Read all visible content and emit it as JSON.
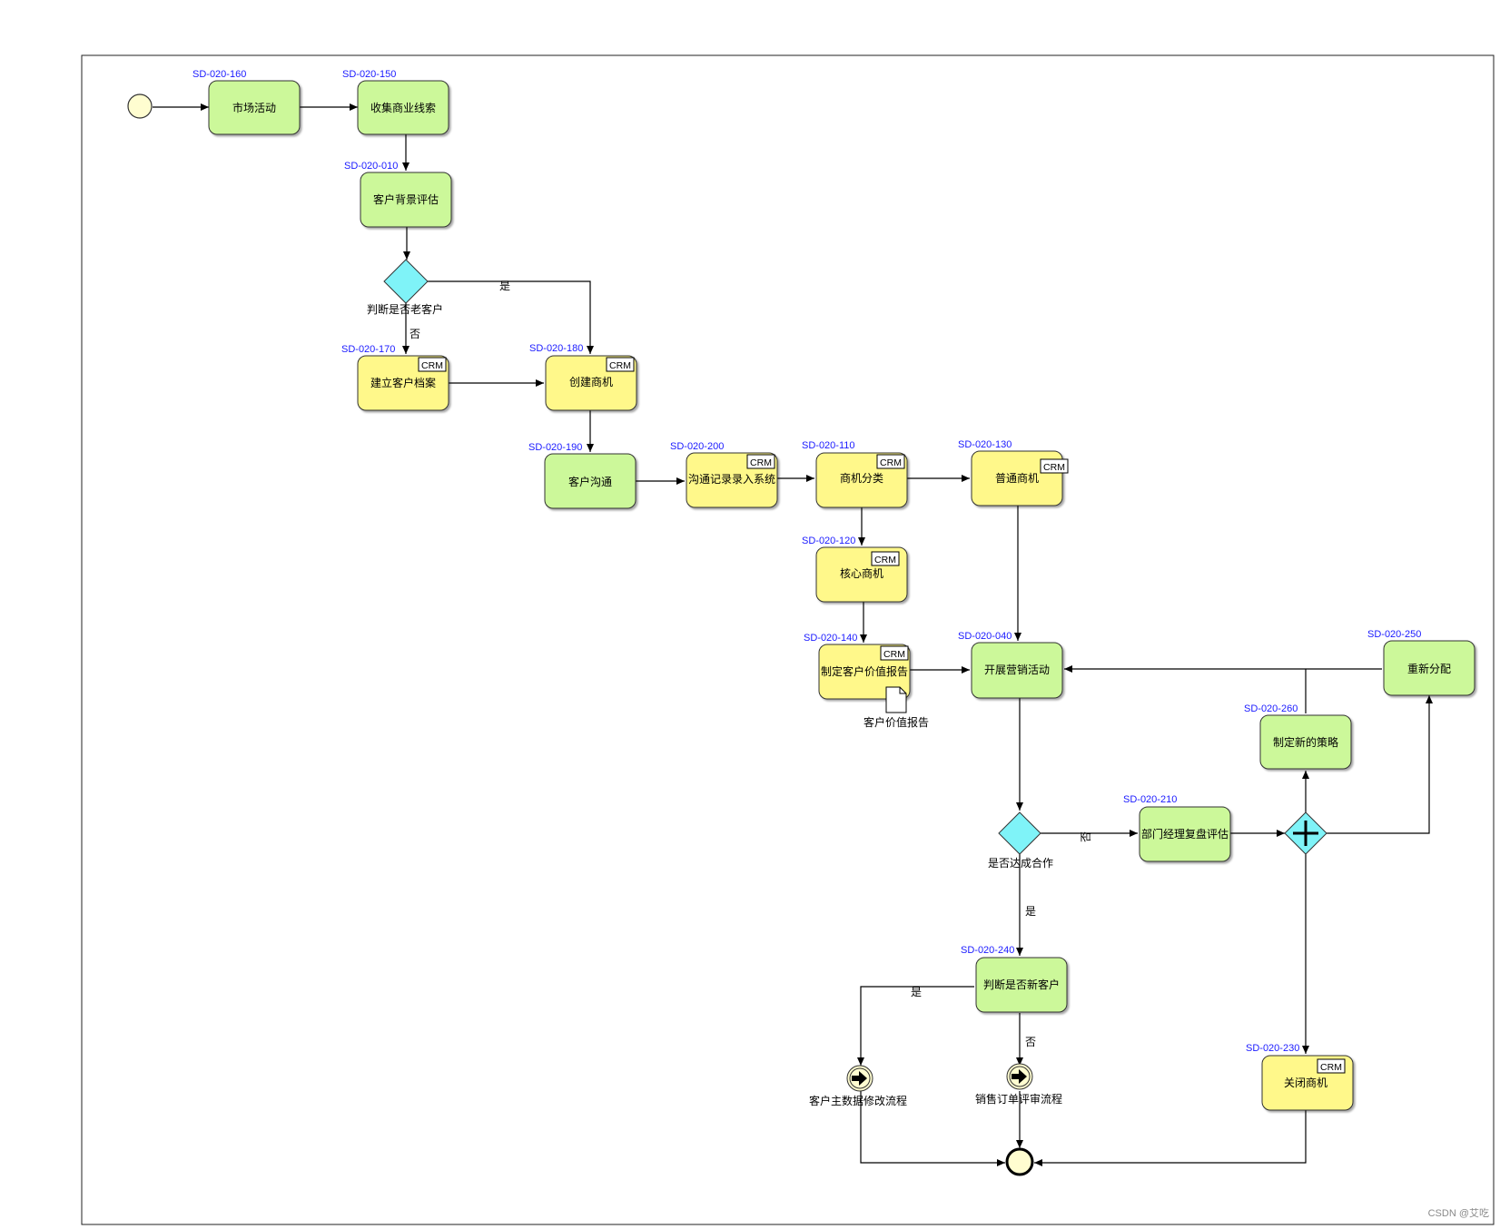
{
  "tasks": {
    "t160": {
      "code": "SD-020-160",
      "label": "市场活动"
    },
    "t150": {
      "code": "SD-020-150",
      "label": "收集商业线索"
    },
    "t010": {
      "code": "SD-020-010",
      "label": "客户背景评估"
    },
    "t170": {
      "code": "SD-020-170",
      "label": "建立客户档案",
      "badge": "CRM"
    },
    "t180": {
      "code": "SD-020-180",
      "label": "创建商机",
      "badge": "CRM"
    },
    "t190": {
      "code": "SD-020-190",
      "label": "客户沟通"
    },
    "t200": {
      "code": "SD-020-200",
      "label": "沟通记录录入系统",
      "badge": "CRM"
    },
    "t110": {
      "code": "SD-020-110",
      "label": "商机分类",
      "badge": "CRM"
    },
    "t130": {
      "code": "SD-020-130",
      "label": "普通商机",
      "badge": "CRM"
    },
    "t120": {
      "code": "SD-020-120",
      "label": "核心商机",
      "badge": "CRM"
    },
    "t140": {
      "code": "SD-020-140",
      "label": "制定客户价值报告",
      "badge": "CRM"
    },
    "t040": {
      "code": "SD-020-040",
      "label": "开展营销活动"
    },
    "t250": {
      "code": "SD-020-250",
      "label": "重新分配"
    },
    "t260": {
      "code": "SD-020-260",
      "label": "制定新的策略"
    },
    "t210": {
      "code": "SD-020-210",
      "label": "部门经理复盘评估"
    },
    "t240": {
      "code": "SD-020-240",
      "label": "判断是否新客户"
    },
    "t230": {
      "code": "SD-020-230",
      "label": "关闭商机",
      "badge": "CRM"
    }
  },
  "gateways": {
    "g1": {
      "label": "判断是否老客户"
    },
    "g2": {
      "label": "是否达成合作"
    }
  },
  "artifacts": {
    "doc": {
      "label": "客户价值报告"
    }
  },
  "events": {
    "link1": {
      "label": "客户主数据修改流程"
    },
    "link2": {
      "label": "销售订单评审流程"
    }
  },
  "edge_labels": {
    "g1_yes": "是",
    "g1_no": "否",
    "g2_no": "否",
    "g2_yes": "是",
    "t240_yes": "是",
    "t240_no": "否"
  },
  "colors": {
    "green_task": "#ccf89a",
    "yellow_task": "#fff88a",
    "gateway": "#7ff3f8",
    "event": "#fffdd0"
  },
  "watermark": "CSDN @艾吃"
}
